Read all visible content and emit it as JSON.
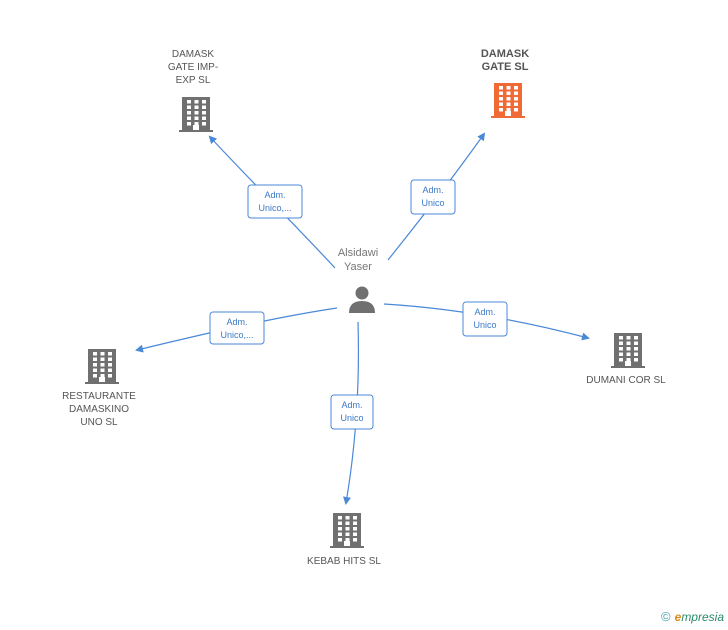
{
  "person": {
    "name_line1": "Alsidawi",
    "name_line2": "Yaser",
    "icon": "person-icon"
  },
  "companies": [
    {
      "id": "damask-gate-imp",
      "lines": [
        "DAMASK",
        "GATE IMP-",
        "EXP SL"
      ],
      "icon": "building-icon",
      "highlight": false
    },
    {
      "id": "damask-gate",
      "lines": [
        "DAMASK",
        "GATE SL"
      ],
      "icon": "building-icon",
      "highlight": true
    },
    {
      "id": "restaurante",
      "lines": [
        "RESTAURANTE",
        "DAMASKINO",
        "UNO SL"
      ],
      "icon": "building-icon",
      "highlight": false
    },
    {
      "id": "dumani",
      "lines": [
        "DUMANI COR SL"
      ],
      "icon": "building-icon",
      "highlight": false
    },
    {
      "id": "kebab",
      "lines": [
        "KEBAB HITS SL"
      ],
      "icon": "building-icon",
      "highlight": false
    }
  ],
  "edges": [
    {
      "to": "damask-gate-imp",
      "lines": [
        "Adm.",
        "Unico,..."
      ]
    },
    {
      "to": "damask-gate",
      "lines": [
        "Adm.",
        "Unico"
      ]
    },
    {
      "to": "restaurante",
      "lines": [
        "Adm.",
        "Unico,..."
      ]
    },
    {
      "to": "dumani",
      "lines": [
        "Adm.",
        "Unico"
      ]
    },
    {
      "to": "kebab",
      "lines": [
        "Adm.",
        "Unico"
      ]
    }
  ],
  "colors": {
    "edge": "#4a88d8",
    "building": "#707070",
    "building_highlight": "#f06a35"
  },
  "footer": {
    "copyright": "©",
    "brand_first": "e",
    "brand_rest": "mpresia"
  }
}
